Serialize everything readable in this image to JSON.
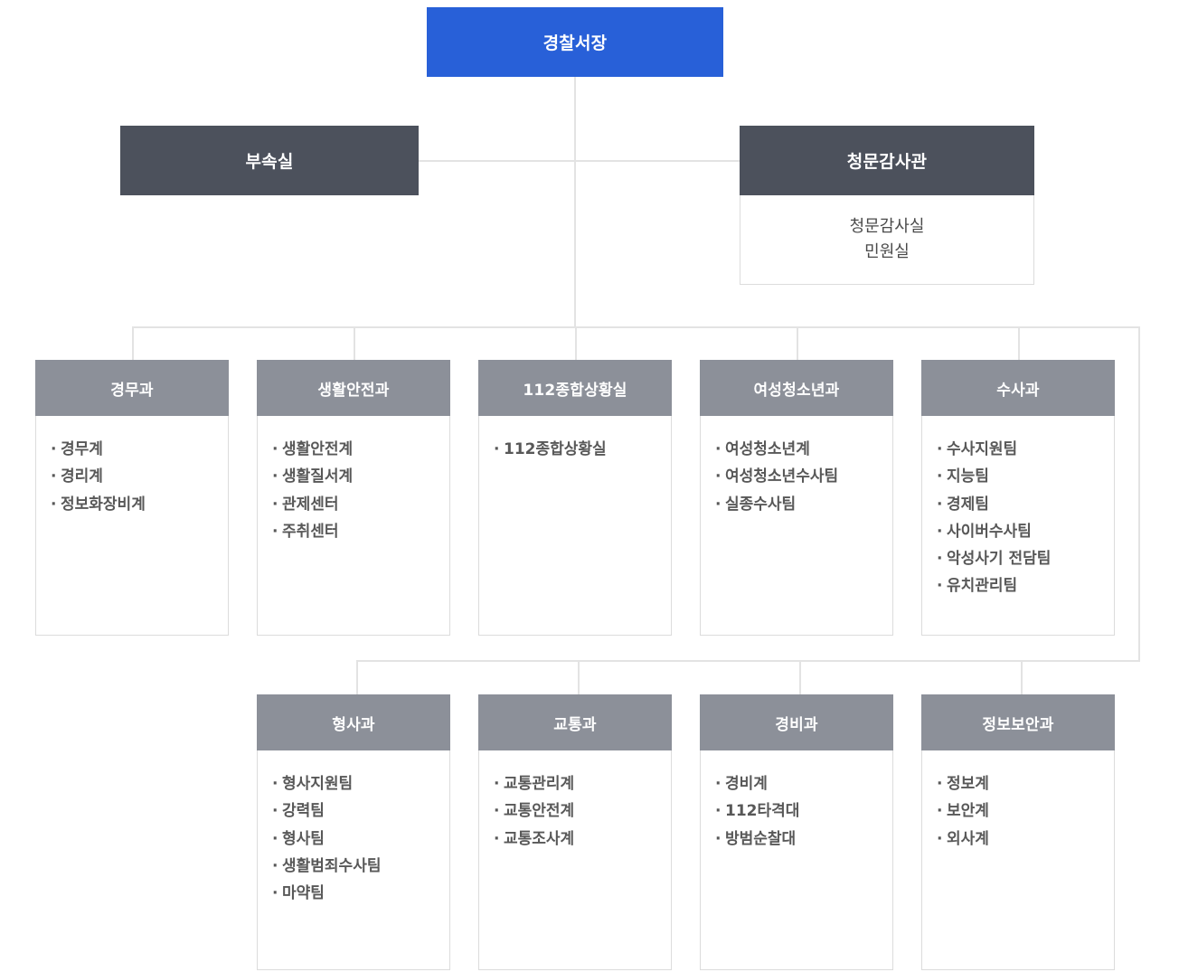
{
  "colors": {
    "chief_bg": "#2860d8",
    "staff_bg": "#4c515c",
    "dept_header_bg": "#8c9099",
    "line": "#e3e3e3",
    "body_bg": "#ffffff",
    "text_dark": "#585858"
  },
  "chief": {
    "title": "경찰서장"
  },
  "annex": {
    "title": "부속실"
  },
  "audit": {
    "title": "청문감사관",
    "items": [
      "청문감사실",
      "민원실"
    ]
  },
  "departments_row1": [
    {
      "title": "경무과",
      "items": [
        "경무계",
        "경리계",
        "정보화장비계"
      ]
    },
    {
      "title": "생활안전과",
      "items": [
        "생활안전계",
        "생활질서계",
        "관제센터",
        "주취센터"
      ]
    },
    {
      "title": "112종합상황실",
      "items": [
        "112종합상황실"
      ]
    },
    {
      "title": "여성청소년과",
      "items": [
        "여성청소년계",
        "여성청소년수사팀",
        "실종수사팀"
      ]
    },
    {
      "title": "수사과",
      "items": [
        "수사지원팀",
        "지능팀",
        "경제팀",
        "사이버수사팀",
        "악성사기 전담팀",
        "유치관리팀"
      ]
    }
  ],
  "departments_row2": [
    {
      "title": "형사과",
      "items": [
        "형사지원팀",
        "강력팀",
        "형사팀",
        "생활범죄수사팀",
        "마약팀"
      ]
    },
    {
      "title": "교통과",
      "items": [
        "교통관리계",
        "교통안전계",
        "교통조사계"
      ]
    },
    {
      "title": "경비과",
      "items": [
        "경비계",
        "112타격대",
        "방범순찰대"
      ]
    },
    {
      "title": "정보보안과",
      "items": [
        "정보계",
        "보안계",
        "외사계"
      ]
    }
  ]
}
